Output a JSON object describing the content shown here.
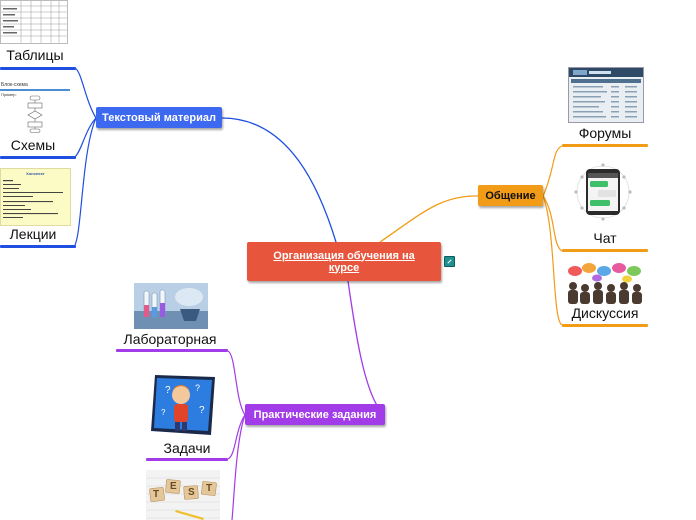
{
  "central": {
    "title": "Организация обучения на курсе"
  },
  "branches": {
    "text_material": {
      "label": "Текстовый материал",
      "color": "#3d68f0",
      "items": [
        "Таблицы",
        "Схемы",
        "Лекции"
      ]
    },
    "communication": {
      "label": "Общение",
      "color": "#f29b16",
      "items": [
        "Форумы",
        "Чат",
        "Дискуссия"
      ]
    },
    "practice": {
      "label": "Практические задания",
      "color": "#a23be8",
      "items": [
        "Лабораторная",
        "Задачи"
      ]
    }
  },
  "thumb_text": {
    "scheme_title": "Блок-схема",
    "scheme_sub": "Пример:",
    "lecture_title": "Конспект",
    "test_letters": [
      "T",
      "E",
      "S",
      "T"
    ]
  },
  "colors": {
    "central": "#e8553d",
    "blue": "#1f4fe0",
    "orange": "#f29b16",
    "purple": "#a23be8"
  }
}
